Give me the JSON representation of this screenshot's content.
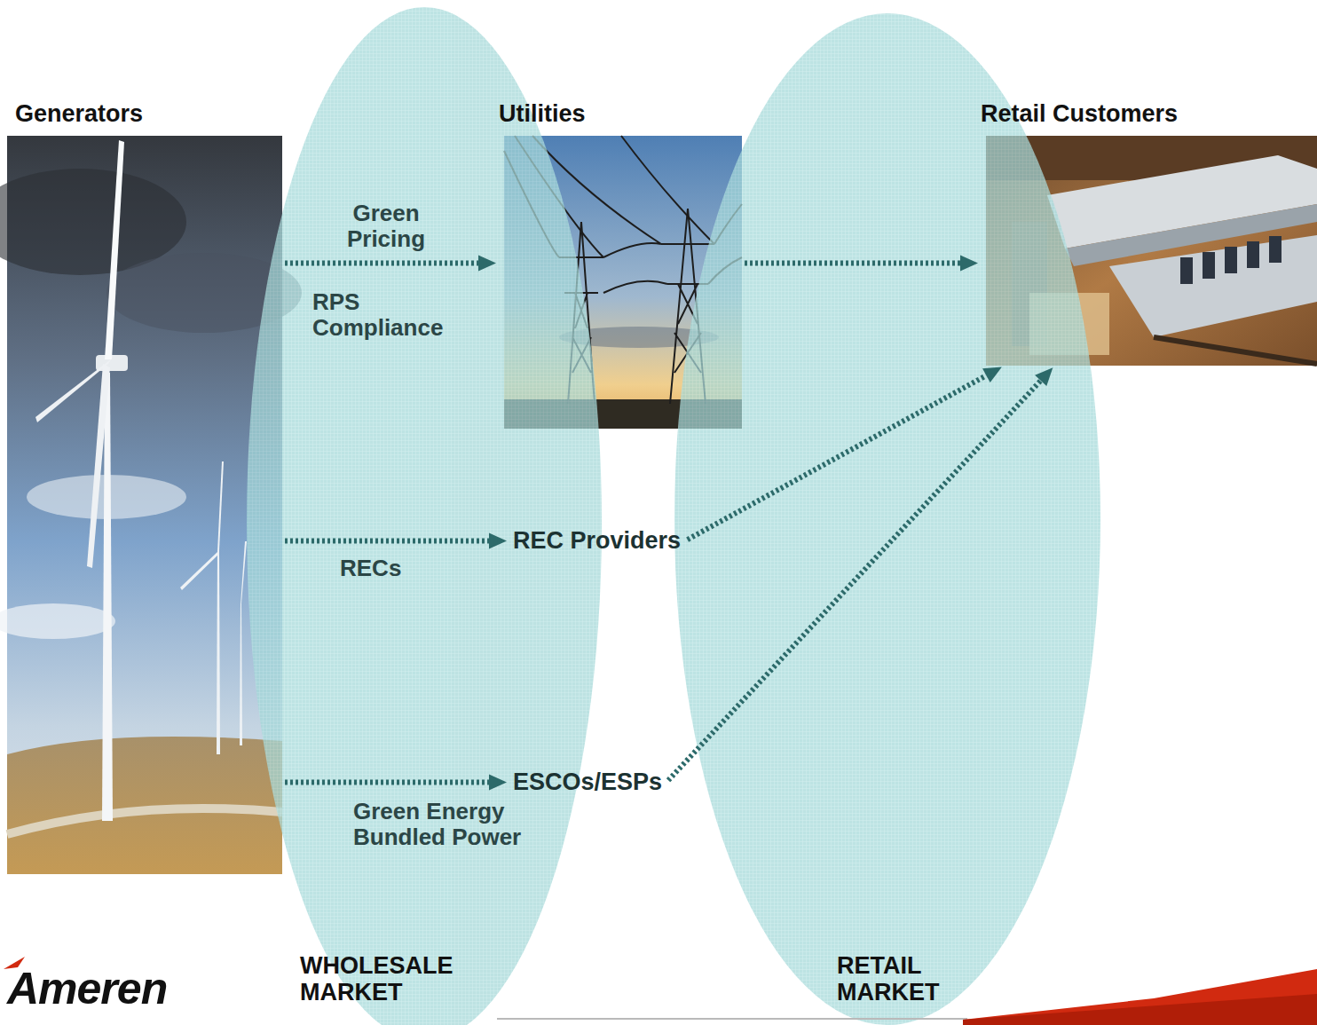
{
  "diagram": {
    "nodes": [
      {
        "text": [
          "Generators"
        ]
      },
      {
        "text": [
          "Utilities"
        ]
      },
      {
        "text": [
          "Retail Customers"
        ]
      },
      {
        "text": [
          "REC Providers"
        ]
      },
      {
        "text": [
          "ESCOs/ESPs"
        ]
      }
    ],
    "edges": [
      {
        "from": 0,
        "to": 1,
        "arrow": "to",
        "label": "Green Pricing"
      },
      {
        "from": 0,
        "to": 3,
        "arrow": "to",
        "label": "RECs"
      },
      {
        "from": 0,
        "to": 4,
        "arrow": "to",
        "label": "Green Energy Bundled Power"
      },
      {
        "from": 1,
        "to": 2,
        "arrow": "to"
      },
      {
        "from": 3,
        "to": 2,
        "arrow": "to"
      },
      {
        "from": 4,
        "to": 2,
        "arrow": "to"
      }
    ],
    "labels": [
      "RPS Compliance",
      "WHOLESALE MARKET",
      "RETAIL MARKET",
      "Ameren"
    ]
  }
}
